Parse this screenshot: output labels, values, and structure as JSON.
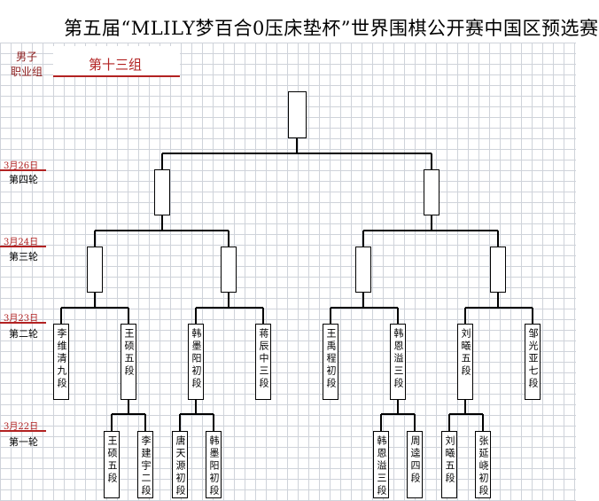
{
  "title": "第五届“MLILY梦百合0压床垫杯”世界围棋公开赛中国区预选赛",
  "category": [
    "男子",
    "职业组"
  ],
  "group": "第十三组",
  "colors": {
    "accent": "#b22222",
    "grid": "#cfd3da",
    "line": "#000000"
  },
  "rounds": [
    {
      "date": "3月26日",
      "name": "第四轮"
    },
    {
      "date": "3月24日",
      "name": "第三轮"
    },
    {
      "date": "3月23日",
      "name": "第二轮"
    },
    {
      "date": "3月22日",
      "name": "第一轮"
    }
  ],
  "round2_players": [
    "李维清九段",
    "王硕五段",
    "韩墨阳初段",
    "蒋辰中三段",
    "王禹程初段",
    "韩恩溢三段",
    "刘曦五段",
    "邹光亚七段"
  ],
  "round1_players": [
    "王硕五段",
    "李建宇二段",
    "唐天源初段",
    "韩墨阳初段",
    "韩恩溢三段",
    "周逵四段",
    "刘曦五段",
    "张延峣初段"
  ]
}
